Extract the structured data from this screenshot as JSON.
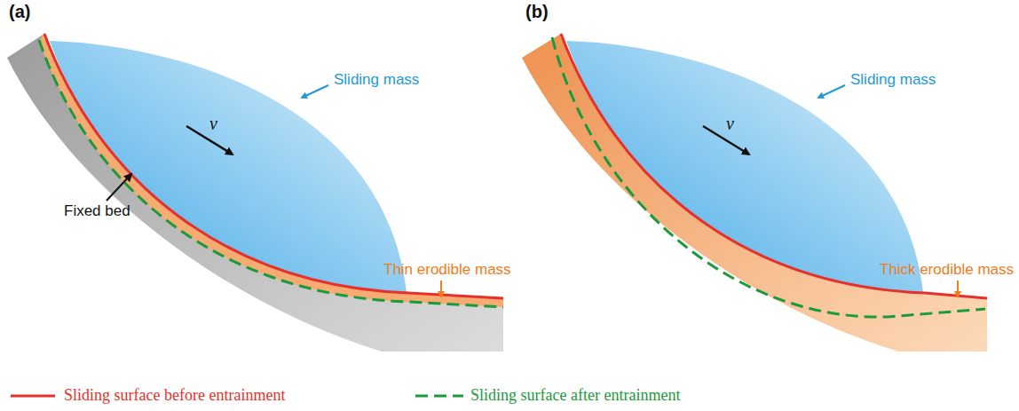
{
  "diagram": {
    "labels": [
      "(a)",
      "Sliding mass",
      "v",
      "Fixed bed",
      "Thin erodible mass",
      "(b)",
      "Sliding mass",
      "v",
      "Thick erodible mass"
    ],
    "legend": [
      {
        "text": "Sliding surface before entrainment"
      },
      {
        "text": "Sliding surface after entrainment"
      }
    ]
  }
}
